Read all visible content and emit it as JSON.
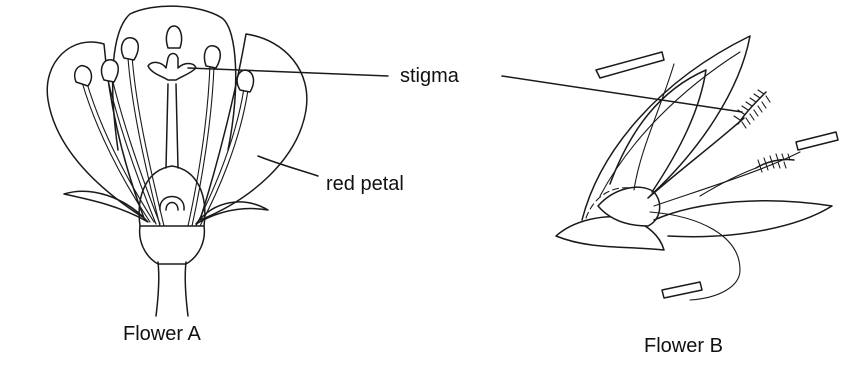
{
  "diagram": {
    "labels": {
      "stigma": "stigma",
      "red_petal": "red petal",
      "flower_a": "Flower A",
      "flower_b": "Flower B"
    },
    "colors": {
      "ink": "#1a1a1a",
      "background": "#ffffff"
    }
  }
}
